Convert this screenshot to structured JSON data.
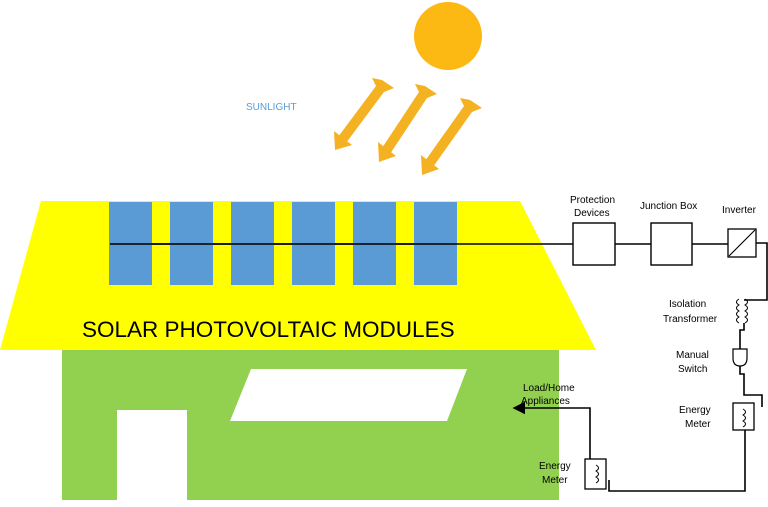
{
  "labels": {
    "sunlight": "SUNLIGHT",
    "modules": "SOLAR PHOTOVOLTAIC MODULES",
    "protection_1": "Protection",
    "protection_2": "Devices",
    "junction_box": "Junction Box",
    "inverter": "Inverter",
    "isolation_1": "Isolation",
    "isolation_2": "Transformer",
    "switch_1": "Manual",
    "switch_2": "Switch",
    "meter_right_1": "Energy",
    "meter_right_2": "Meter",
    "meter_bottom_1": "Energy",
    "meter_bottom_2": "Meter",
    "load_1": "Load/Home",
    "load_2": "Appliances"
  },
  "panels": {
    "count": 6
  },
  "colors": {
    "sun": "#FDB913",
    "rays": "#F4B223",
    "roof": "#FFFF00",
    "house": "#92D050",
    "panel": "#5B9BD5",
    "sunlight_text": "#5B9BD5",
    "wire": "#000000"
  },
  "icons": [
    "sun-icon",
    "sunlight-arrow-icon",
    "inverter-icon",
    "transformer-coil-icon",
    "switch-icon",
    "meter-coil-icon"
  ]
}
